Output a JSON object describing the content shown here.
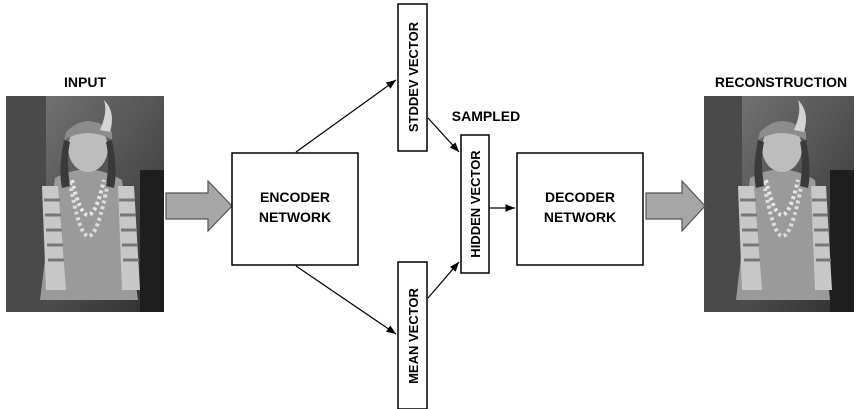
{
  "labels": {
    "input": "INPUT",
    "reconstruction": "RECONSTRUCTION",
    "sampled": "SAMPLED"
  },
  "boxes": {
    "encoder": {
      "line1": "ENCODER",
      "line2": "NETWORK"
    },
    "decoder": {
      "line1": "DECODER",
      "line2": "NETWORK"
    },
    "stddev": "STDDEV VECTOR",
    "mean": "MEAN VECTOR",
    "hidden": "HIDDEN VECTOR"
  },
  "colors": {
    "arrow_fill": "#a6a6a6",
    "line": "#000000"
  }
}
